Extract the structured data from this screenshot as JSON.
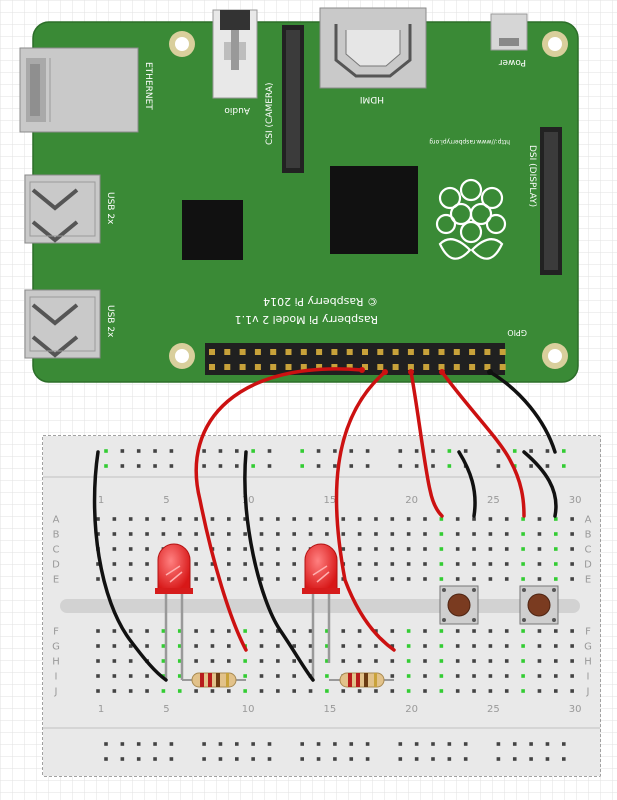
{
  "board": {
    "ethernet": "ETHERNET",
    "camera": "CSI (CAMERA)",
    "audio": "Audio",
    "hdmi": "HDMI",
    "power": "Power",
    "display": "DSI (DISPLAY)",
    "usb_top": "USB 2x",
    "usb_bottom": "USB 2x",
    "model": "Raspberry Pi Model 2 v1.1",
    "copyright": "© Raspberry Pi 2014",
    "url": "http://www.raspberrypi.org",
    "gpio": "GPIO"
  },
  "breadboard": {
    "rows": [
      "A",
      "B",
      "C",
      "D",
      "E",
      "F",
      "G",
      "H",
      "I",
      "J"
    ],
    "columns": [
      "1",
      "5",
      "10",
      "15",
      "20",
      "25",
      "30"
    ]
  },
  "colors": {
    "board_green": "#3a8a36",
    "wire_red": "#cc1111",
    "wire_black": "#111111",
    "led_red": "#ee2222",
    "hole_green": "#33cc33"
  }
}
